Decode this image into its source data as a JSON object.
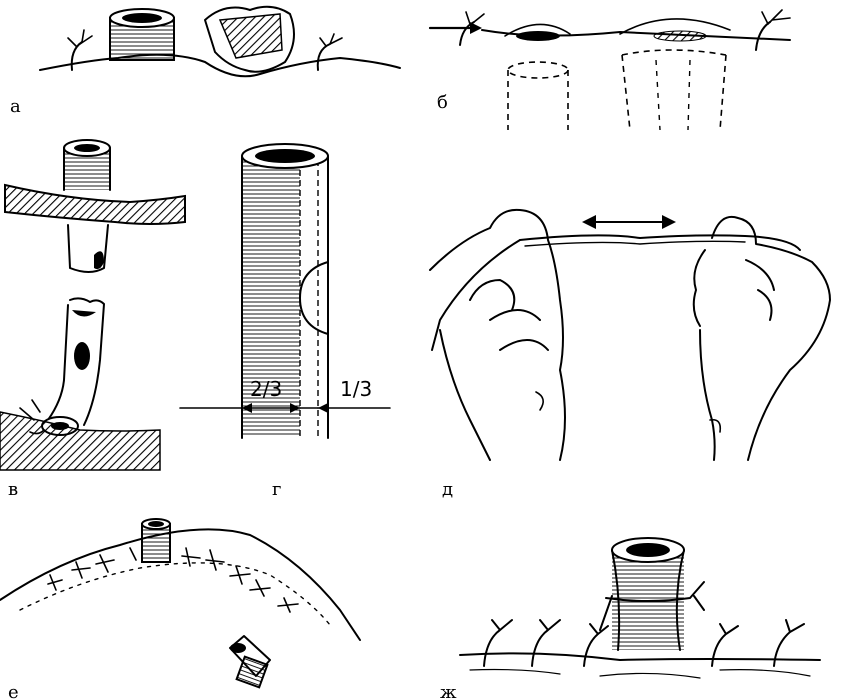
{
  "panels": [
    {
      "id": "a",
      "label": "а"
    },
    {
      "id": "b",
      "label": "б"
    },
    {
      "id": "v",
      "label": "в"
    },
    {
      "id": "g",
      "label": "г"
    },
    {
      "id": "d",
      "label": "д"
    },
    {
      "id": "e",
      "label": "е"
    },
    {
      "id": "zh",
      "label": "ж"
    }
  ],
  "fractions": {
    "left": "2/3",
    "right": "1/3"
  },
  "style": {
    "ink": "#000000",
    "paper": "#ffffff"
  }
}
